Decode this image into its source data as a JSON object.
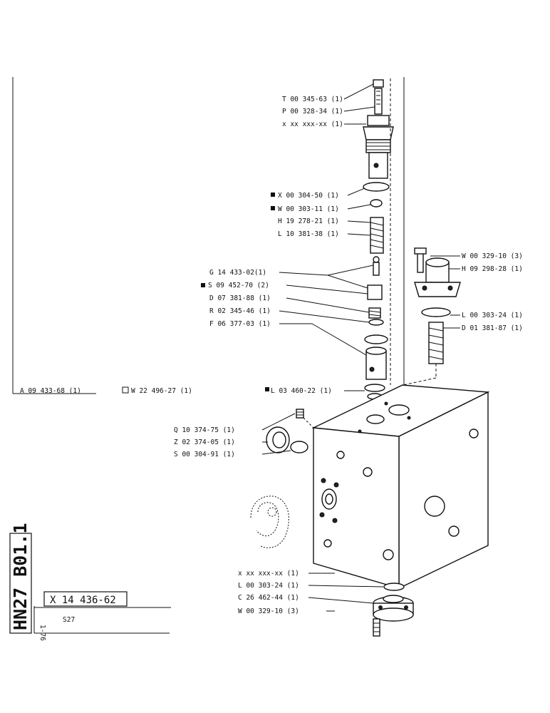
{
  "drawing": {
    "plate_id": "HN27 B01.1",
    "drawing_number": "X 14 436-62",
    "date_code": "1-76",
    "description": "S27"
  },
  "callouts": {
    "t": "T 00 345-63 (1)",
    "p": "P 00 328-34 (1)",
    "x_top": "x xx xxx-xx (1)",
    "x_ring": "X 00 304-50 (1)",
    "w_ring": "W 00 303-11 (1)",
    "h_spring": "H 19 278-21 (1)",
    "l_spring": "L 10 381-38 (1)",
    "g": "G 14 433-02(1)",
    "s_pin": "S 09 452-70 (2)",
    "d_spring": "D 07 381-88 (1)",
    "r_ring": "R 02 345-46 (1)",
    "f_sleeve": "F 06 377-03 (1)",
    "w_screw": "W 00 329-10 (3)",
    "h_cap": "H 09 298-28 (1)",
    "l_oring": "L 00 303-24 (1)",
    "d_spring2": "D 01 381-87 (1)",
    "a_assembly": "A 09 433-68 (1)",
    "w_kit": "W 22 496-27 (1)",
    "l_oring_block": "L 03 460-22 (1)",
    "q_plug": "Q 10 374-75 (1)",
    "z_plug": "Z 02 374-05 (1)",
    "s_oring": "S 00 304-91 (1)",
    "x_bottom": "x xx xxx-xx (1)",
    "l_oring_bottom": "L 00 303-24 (1)",
    "c_cover": "C 26 462-44 (1)",
    "w_screw_bottom": "W 00 329-10 (3)"
  }
}
